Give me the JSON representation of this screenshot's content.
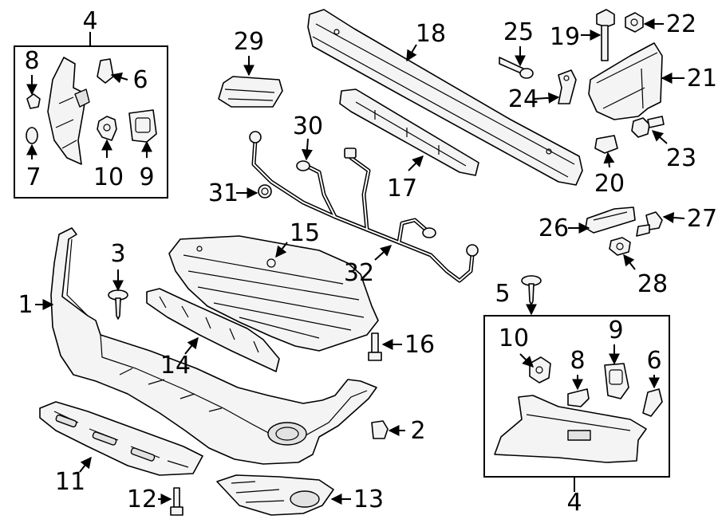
{
  "callouts": {
    "c1": "1",
    "c2": "2",
    "c3": "3",
    "c4a": "4",
    "c4b": "4",
    "c5": "5",
    "c6a": "6",
    "c6b": "6",
    "c7": "7",
    "c8a": "8",
    "c8b": "8",
    "c9a": "9",
    "c9b": "9",
    "c10a": "10",
    "c10b": "10",
    "c11": "11",
    "c12": "12",
    "c13": "13",
    "c14": "14",
    "c15": "15",
    "c16": "16",
    "c17": "17",
    "c18": "18",
    "c19": "19",
    "c20": "20",
    "c21": "21",
    "c22": "22",
    "c23": "23",
    "c24": "24",
    "c25": "25",
    "c26": "26",
    "c27": "27",
    "c28": "28",
    "c29": "29",
    "c30": "30",
    "c31": "31",
    "c32": "32"
  }
}
